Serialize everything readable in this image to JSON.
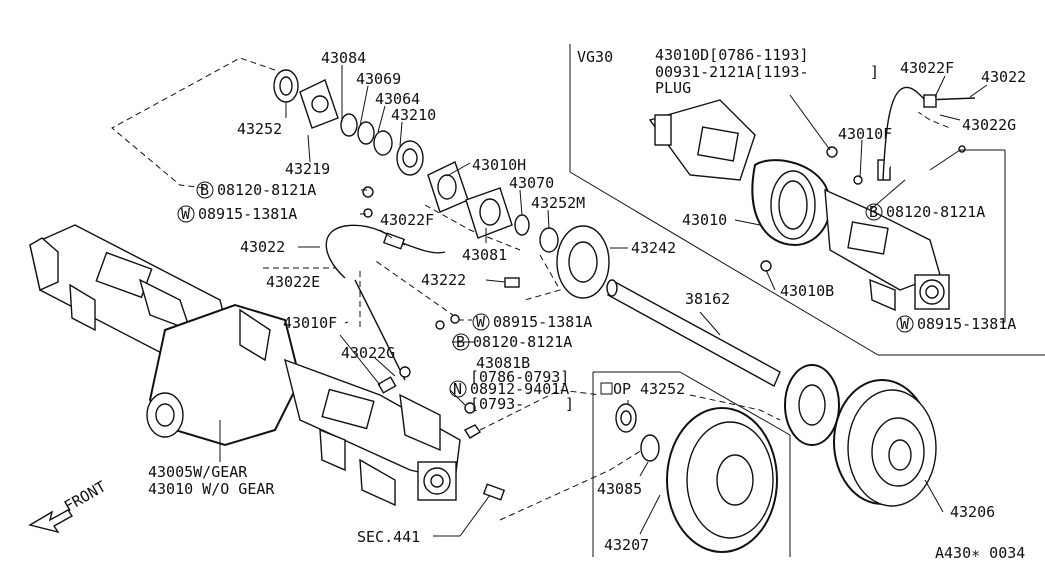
{
  "variant": "VG30",
  "drawing_code": "A430∗ 0034",
  "front_label": "FRONT",
  "front_icon": "arrow-down-left",
  "labels": {
    "p43084": "43084",
    "p43069": "43069",
    "p43064": "43064",
    "p43210": "43210",
    "p43252_top": "43252",
    "p43219": "43219",
    "p43010H": "43010H",
    "p43070": "43070",
    "p43252M": "43252M",
    "p43081": "43081",
    "p43242": "43242",
    "p43022F_left": "43022F",
    "p43022_left": "43022",
    "p43222": "43222",
    "p43022E": "43022E",
    "p43010F_left": "43010F",
    "p43022G_left": "43022G",
    "p38162": "38162",
    "p43081B": "43081B",
    "p43081B_range": "[0786-0793]",
    "p43252_op": "43252",
    "op_marker": "OP",
    "p43085": "43085",
    "p43207": "43207",
    "p43206": "43206",
    "p43005": "43005W/GEAR",
    "p43010_wo": "43010 W/O GEAR",
    "sec441": "SEC.441",
    "p43010D": "43010D[0786-1193]",
    "p00931": "00931-2121A[1193-",
    "p00931_close": "]",
    "plug": "PLUG",
    "p43022F_right": "43022F",
    "p43022_right": "43022",
    "p43010F_right": "43010F",
    "p43022G_right": "43022G",
    "p43010": "43010",
    "p43010B": "43010B"
  },
  "fasteners": {
    "b_left_top": {
      "circle": "B",
      "code": "08120-8121A"
    },
    "w_left_top": {
      "circle": "W",
      "code": "08915-1381A"
    },
    "w_mid": {
      "circle": "W",
      "code": "08915-1381A"
    },
    "b_mid": {
      "circle": "B",
      "code": "08120-8121A"
    },
    "n_mid": {
      "circle": "N",
      "code": "08912-9401A",
      "range": "[0793-",
      "range_close": "]"
    },
    "b_right": {
      "circle": "B",
      "code": "08120-8121A"
    },
    "w_right": {
      "circle": "W",
      "code": "08915-1381A"
    }
  }
}
